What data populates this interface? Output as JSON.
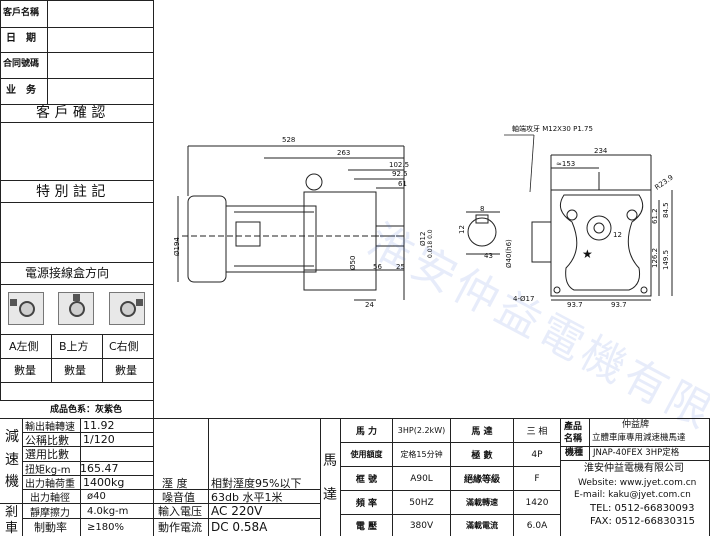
{
  "customer_info": {
    "name_label": "客戶名稱",
    "date_label": "日　期",
    "contract_label": "合同號碼",
    "sales_label": "业　务",
    "confirm_title": "客 戶 確 認",
    "notes_title": "特 別 註 記",
    "junction_title": "電源接線盒方向",
    "orientations": [
      {
        "label": "A左側",
        "qty_label": "數量"
      },
      {
        "label": "B上方",
        "qty_label": "數量"
      },
      {
        "label": "C右側",
        "qty_label": "數量"
      }
    ],
    "color_label": "成品色系：灰紫色"
  },
  "drawing": {
    "watermark": "淮安仲益電機有限公司",
    "thread_note": "軸端攻牙 M12X30 P1.75",
    "dims_side": [
      "528",
      "263",
      "102.5",
      "92.5",
      "61",
      "24",
      "56",
      "25",
      "Ø50",
      "Ø194",
      "Ø12",
      "0.018 0.0"
    ],
    "dims_key": [
      "8",
      "12",
      "43",
      "Ø40(h6)"
    ],
    "dims_front": [
      "234",
      "≈153",
      "R23.9",
      "61.2",
      "84.5",
      "126.2",
      "149.5",
      "93.7",
      "93.7",
      "4-Ø17",
      "12"
    ]
  },
  "spec_left": {
    "group1": [
      "減",
      "速",
      "機"
    ],
    "group2": [
      "剎",
      "車"
    ],
    "rows": [
      {
        "label": "輸出軸轉速",
        "value": "11.92"
      },
      {
        "label": "公稱比數",
        "value": "1/120"
      },
      {
        "label": "選用比數",
        "value": ""
      },
      {
        "label": "扭矩kg-m",
        "value": "165.47"
      },
      {
        "label": "出力軸荷重",
        "value": "1400kg"
      },
      {
        "label": "出力軸徑",
        "value": "ø40"
      },
      {
        "label": "靜摩擦力",
        "value": "4.0kg-m"
      },
      {
        "label": "制動率",
        "value": "≥180%"
      }
    ],
    "env": [
      {
        "label": "溼 度",
        "value": "相對溼度95%以下"
      },
      {
        "label": "噪音值",
        "value": "63db 水平1米"
      },
      {
        "label": "輸入電压",
        "value": "AC  220V"
      },
      {
        "label": "動作電流",
        "value": "DC 0.58A"
      }
    ]
  },
  "spec_motor": {
    "group": [
      "馬",
      "達"
    ],
    "rows": [
      {
        "k1": "馬 力",
        "v1": "3HP(2.2kW)",
        "k2": "馬 達",
        "v2": "三 相"
      },
      {
        "k1": "使用額度",
        "v1": "定格15分钟",
        "k2": "極 數",
        "v2": "4P"
      },
      {
        "k1": "框 號",
        "v1": "A90L",
        "k2": "絕緣等級",
        "v2": "F"
      },
      {
        "k1": "頻 率",
        "v1": "50HZ",
        "k2": "滿載轉速",
        "v2": "1420"
      },
      {
        "k1": "電 壓",
        "v1": "380V",
        "k2": "滿載電流",
        "v2": "6.0A"
      }
    ]
  },
  "product": {
    "name_label": "產品名稱",
    "brand": "仲益牌",
    "product_name": "立體車庫專用減速機馬達",
    "model_label": "機種",
    "model": "JNAP-40FEX  3HP定格",
    "company": "淮安仲益電機有限公司",
    "website": "Website: www.jyet.com.cn",
    "email": "E-mail: kaku@jyet.com.cn",
    "tel": "TEL: 0512-66830093",
    "fax": "FAX: 0512-66830315"
  }
}
